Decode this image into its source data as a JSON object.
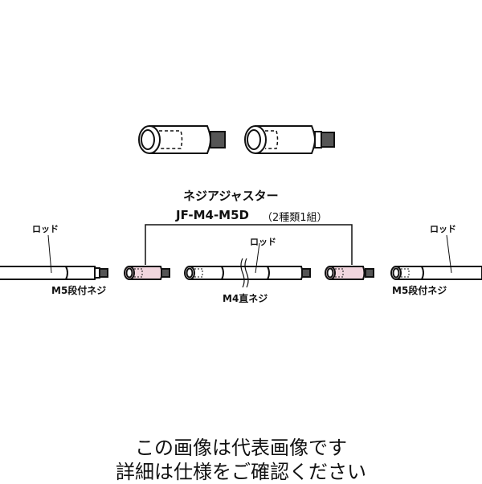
{
  "product": {
    "name": "ネジアジャスター",
    "model": "JF-M4-M5D",
    "set_note": "（2種類1組）"
  },
  "labels": {
    "rod_left": "ロッド",
    "rod_center": "ロッド",
    "rod_right": "ロッド",
    "thread_left": "M5段付ネジ",
    "thread_center": "M4直ネジ",
    "thread_right": "M5段付ネジ"
  },
  "colors": {
    "adjuster_fill": "#f1d6de",
    "line": "#111111"
  },
  "caption": {
    "line1": "この画像は代表画像です",
    "line2": "詳細は仕様をご確認ください"
  }
}
